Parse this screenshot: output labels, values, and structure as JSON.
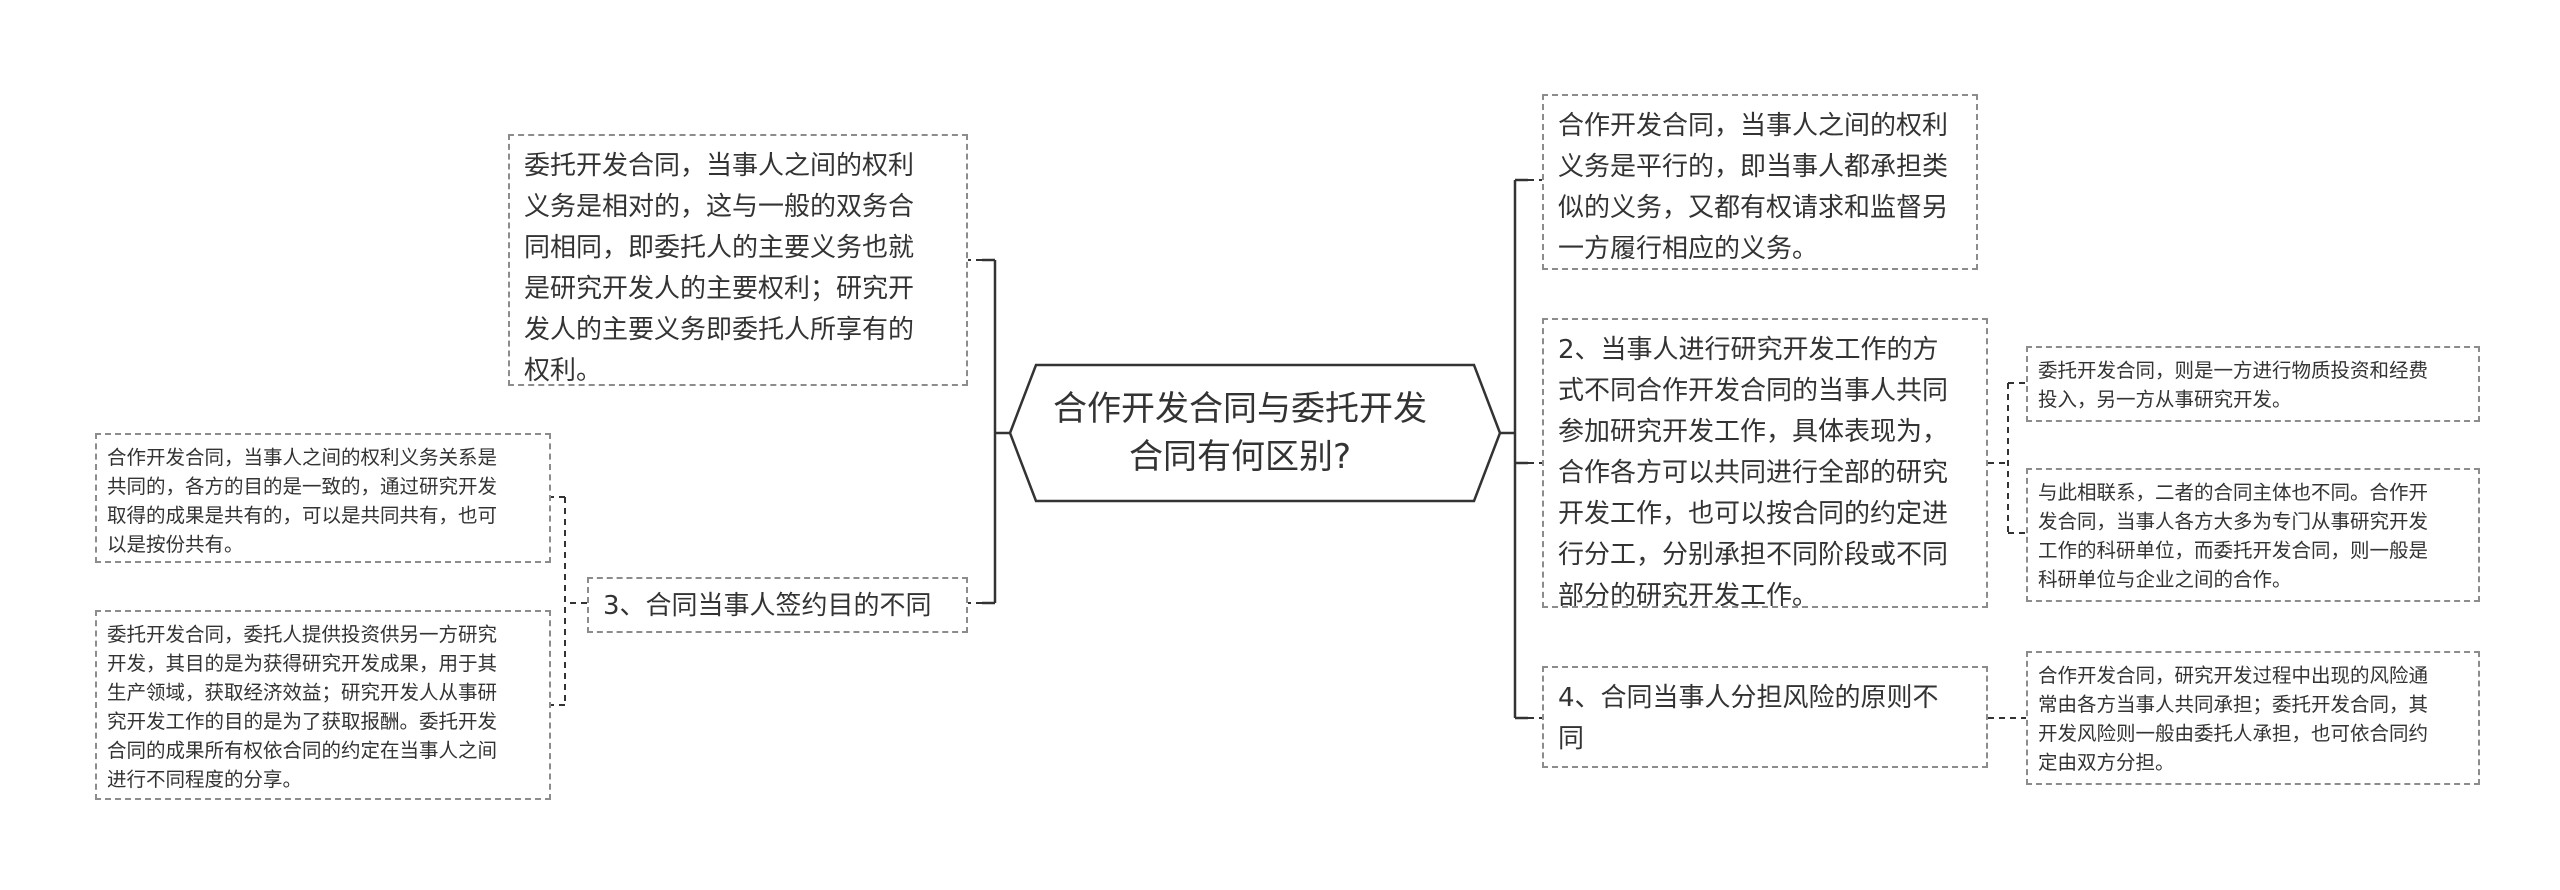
{
  "root": {
    "title": "合作开发合同与委托开发\n合同有何区别?"
  },
  "left": {
    "node1": {
      "text": "委托开发合同，当事人之间的权利\n义务是相对的，这与一般的双务合\n同相同，即委托人的主要义务也就\n是研究开发人的主要权利；研究开\n发人的主要义务即委托人所享有的\n权利。"
    },
    "node3": {
      "text": "3、合同当事人签约目的不同",
      "children": [
        "合作开发合同，当事人之间的权利义务关系是\n共同的，各方的目的是一致的，通过研究开发\n取得的成果是共有的，可以是共同共有，也可\n以是按份共有。",
        "委托开发合同，委托人提供投资供另一方研究\n开发，其目的是为获得研究开发成果，用于其\n生产领域，获取经济效益；研究开发人从事研\n究开发工作的目的是为了获取报酬。委托开发\n合同的成果所有权依合同的约定在当事人之间\n进行不同程度的分享。"
      ]
    }
  },
  "right": {
    "node1": {
      "text": "合作开发合同，当事人之间的权利\n义务是平行的，即当事人都承担类\n似的义务，又都有权请求和监督另\n一方履行相应的义务。"
    },
    "node2": {
      "text": "2、当事人进行研究开发工作的方\n式不同合作开发合同的当事人共同\n参加研究开发工作，具体表现为，\n合作各方可以共同进行全部的研究\n开发工作，也可以按合同的约定进\n行分工，分别承担不同阶段或不同\n部分的研究开发工作。",
      "children": [
        "委托开发合同，则是一方进行物质投资和经费\n投入，另一方从事研究开发。",
        "与此相联系，二者的合同主体也不同。合作开\n发合同，当事人各方大多为专门从事研究开发\n工作的科研单位，而委托开发合同，则一般是\n科研单位与企业之间的合作。"
      ]
    },
    "node4": {
      "text": "4、合同当事人分担风险的原则不\n同",
      "children": [
        "合作开发合同，研究开发过程中出现的风险通\n常由各方当事人共同承担；委托开发合同，其\n开发风险则一般由委托人承担，也可依合同约\n定由双方分担。"
      ]
    }
  },
  "colors": {
    "border": "#8c8c8c",
    "text": "#333333",
    "link": "#333333",
    "root_border": "#333333"
  }
}
